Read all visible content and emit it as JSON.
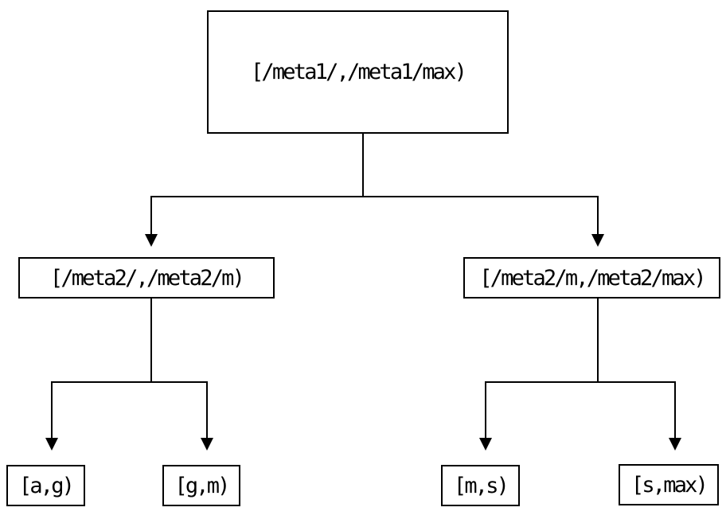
{
  "colors": {
    "background": "#ffffff",
    "line": "#000000",
    "text": "#000000"
  },
  "nodes": {
    "root": {
      "label": "[/meta1/,/meta1/max)"
    },
    "left_child": {
      "label": "[/meta2/,/meta2/m)"
    },
    "right_child": {
      "label": "[/meta2/m,/meta2/max)"
    },
    "leaf_ag": {
      "label": "[a,g)"
    },
    "leaf_gm": {
      "label": "[g,m)"
    },
    "leaf_ms": {
      "label": "[m,s)"
    },
    "leaf_smax": {
      "label": "[s,max)"
    }
  }
}
